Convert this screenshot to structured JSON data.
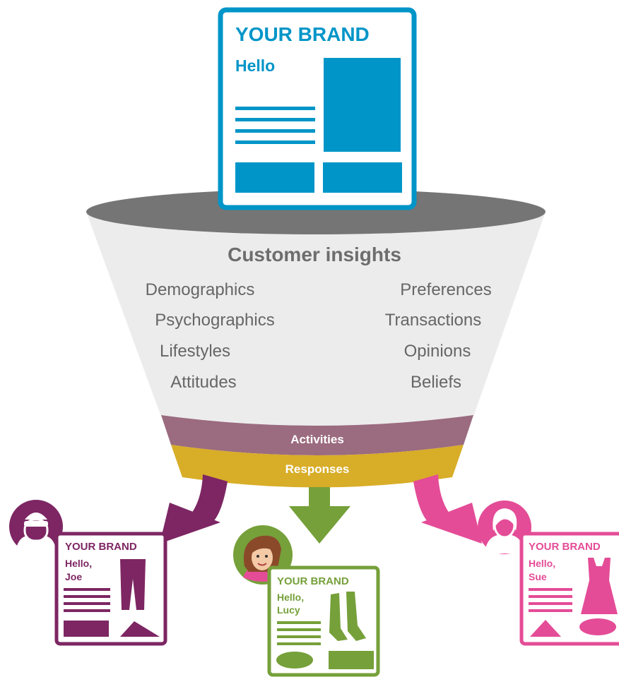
{
  "top_card": {
    "brand": "YOUR BRAND",
    "greeting": "Hello"
  },
  "funnel": {
    "title": "Customer insights",
    "left_items": [
      "Demographics",
      "Psychographics",
      "Lifestyles",
      "Attitudes"
    ],
    "right_items": [
      "Preferences",
      "Transactions",
      "Opinions",
      "Beliefs"
    ],
    "band_activities": "Activities",
    "band_responses": "Responses"
  },
  "cards": {
    "joe": {
      "brand": "YOUR BRAND",
      "greeting_line1": "Hello,",
      "greeting_line2": "Joe"
    },
    "lucy": {
      "brand": "YOUR BRAND",
      "greeting_line1": "Hello,",
      "greeting_line2": "Lucy"
    },
    "sue": {
      "brand": "YOUR BRAND",
      "greeting_line1": "Hello,",
      "greeting_line2": "Sue"
    }
  },
  "colors": {
    "brand_blue": "#0095c8",
    "funnel_body": "#ececec",
    "funnel_rim": "#757575",
    "activities_band": "#9b6b7f",
    "responses_band": "#d8ad28",
    "joe": "#7d2663",
    "lucy": "#76a03a",
    "sue": "#e44c97",
    "text_gray": "#666666"
  }
}
